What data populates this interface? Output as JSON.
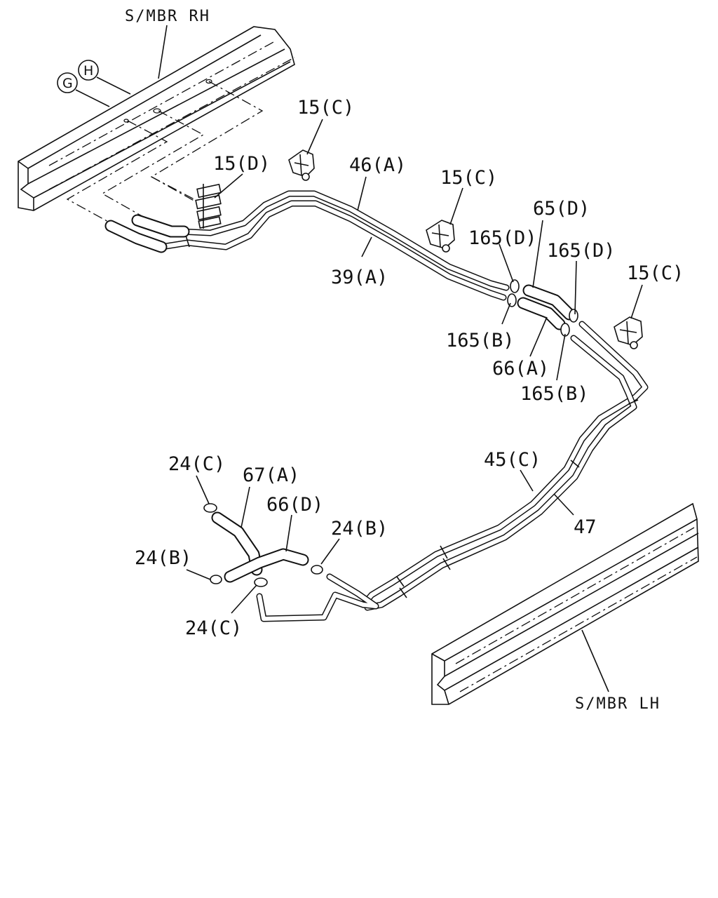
{
  "diagram": {
    "members": {
      "rh": "S/MBR RH",
      "lh": "S/MBR LH"
    },
    "circles": {
      "g": "G",
      "h": "H"
    },
    "callouts": {
      "c15_d": "15(D)",
      "c15_c_1": "15(C)",
      "c15_c_2": "15(C)",
      "c15_c_3": "15(C)",
      "c46_a": "46(A)",
      "c39_a": "39(A)",
      "c65_d": "65(D)",
      "c165_d_1": "165(D)",
      "c165_d_2": "165(D)",
      "c165_b_1": "165(B)",
      "c165_b_2": "165(B)",
      "c66_a": "66(A)",
      "c45_c": "45(C)",
      "c47": "47",
      "c24_c_1": "24(C)",
      "c24_c_2": "24(C)",
      "c24_b_1": "24(B)",
      "c24_b_2": "24(B)",
      "c67_a": "67(A)",
      "c66_d": "66(D)"
    }
  }
}
